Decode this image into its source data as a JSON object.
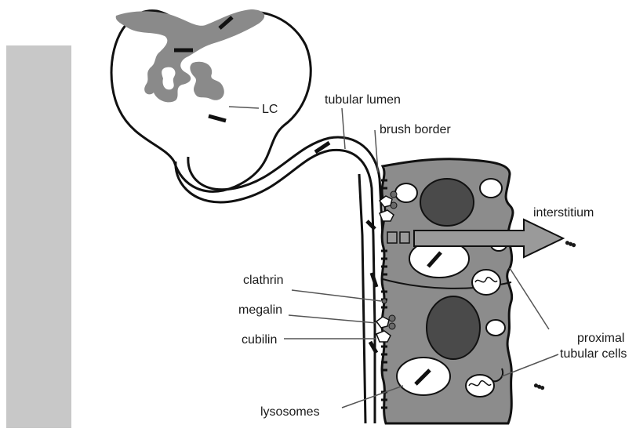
{
  "labels": {
    "lc": "LC",
    "tubular_lumen": "tubular lumen",
    "brush_border": "brush border",
    "interstitium": "interstitium",
    "clathrin": "clathrin",
    "megalin": "megalin",
    "cubilin": "cubilin",
    "proximal_line1": "proximal",
    "proximal_line2": "tubular cells",
    "lysosomes": "lysosomes",
    "ellipsis_top": "•••",
    "ellipsis_bottom": "•••"
  },
  "colors": {
    "sidebar": "#c8c8c8",
    "cell_fill": "#8c8c8c",
    "nucleus": "#4a4a4a",
    "arrow": "#9a9a9a",
    "outline": "#111111",
    "vesicle": "#ffffff"
  }
}
